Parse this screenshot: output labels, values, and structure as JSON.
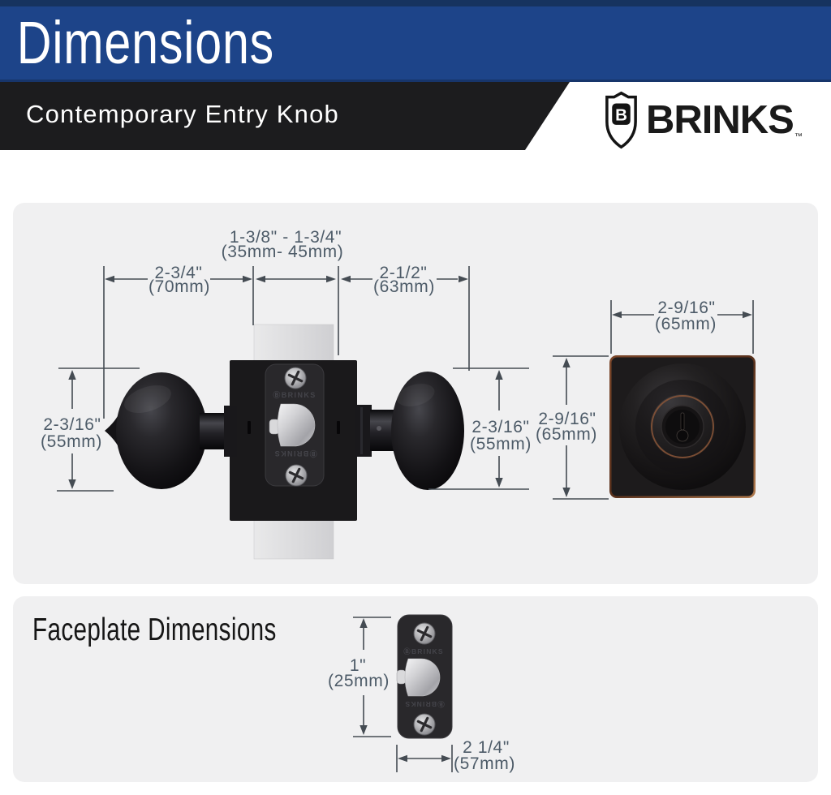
{
  "header": {
    "title": "Dimensions",
    "product": "Contemporary Entry Knob",
    "brand": {
      "name": "BRINKS",
      "trademark": "™",
      "shield_letter": "B"
    }
  },
  "colors": {
    "header_blue": "#1d4489",
    "header_navy_strip": "#16335f",
    "banner_black": "#1c1c1e",
    "panel_gray": "#f0f0f1",
    "dimension_text": "#4d5b68",
    "dimension_line": "#454c53",
    "bronze_accent": "#8a5638"
  },
  "knob_diagram": {
    "backset_in": "1-3/8\" - 1-3/4\"",
    "backset_mm": "(35mm- 45mm)",
    "left_width_in": "2-3/4\"",
    "left_width_mm": "(70mm)",
    "right_width_in": "2-1/2\"",
    "right_width_mm": "(63mm)",
    "left_knob_in": "2-3/16\"",
    "left_knob_mm": "(55mm)",
    "right_knob_in": "2-3/16\"",
    "right_knob_mm": "(55mm)",
    "rose_width_in": "2-9/16\"",
    "rose_width_mm": "(65mm)",
    "rose_height_in": "2-9/16\"",
    "rose_height_mm": "(65mm)",
    "latch_engraving_top": "ⒷBRINKS",
    "latch_engraving_bottom": "ⒷBRINKS"
  },
  "faceplate": {
    "heading": "Faceplate Dimensions",
    "height_in": "1\"",
    "height_mm": "(25mm)",
    "width_in": "2 1/4\"",
    "width_mm": "(57mm)",
    "engraving_top": "ⒷBRINKS",
    "engraving_bottom": "ⒷBRINKS"
  }
}
